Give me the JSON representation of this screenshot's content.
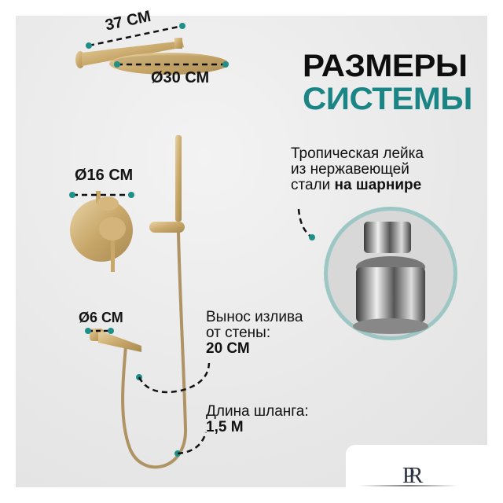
{
  "title": {
    "line1": "РАЗМЕРЫ",
    "line2": "СИСТЕМЫ"
  },
  "colors": {
    "accent": "#1b8585",
    "dot": "#1f8f8a",
    "brass": "#c9a86a",
    "text": "#111111",
    "logo": "#2b3240"
  },
  "description": {
    "line1": "Тропическая лейка",
    "line2": "из нержавеющей",
    "line3_plain": "стали ",
    "line3_bold": "на шарнире"
  },
  "dimensions": {
    "arm_length": "37 СМ",
    "head_diameter": "Ø30 СМ",
    "mixer_diameter": "Ø16 СМ",
    "spout_diameter": "Ø6 СМ"
  },
  "spout": {
    "line1": "Вынос излива",
    "line2": "от стены:",
    "value": "20 СМ"
  },
  "hose": {
    "line1": "Длина шланга:",
    "value": "1,5 М"
  },
  "logo": {
    "text": "PR"
  },
  "icons": [
    "diameter-symbol",
    "teal-dot-marker",
    "dashed-leader-line"
  ]
}
